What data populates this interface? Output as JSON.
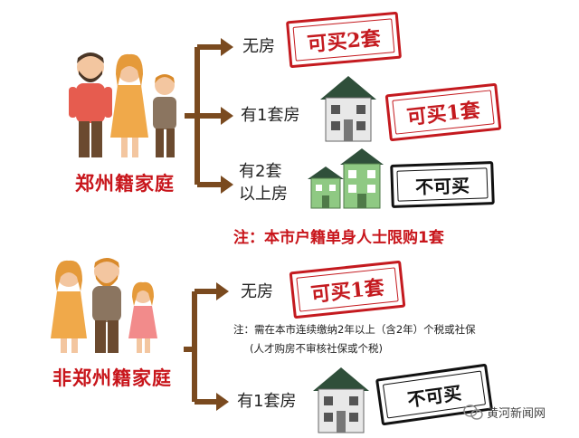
{
  "section_local": {
    "label": "郑州籍家庭",
    "options": [
      {
        "condition": "无房",
        "verdict": "可买2套"
      },
      {
        "condition": "有1套房",
        "verdict": "可买1套"
      },
      {
        "condition_line1": "有2套",
        "condition_line2": "以上房",
        "verdict": "不可买"
      }
    ],
    "note": "注：本市户籍单身人士限购1套"
  },
  "section_nonlocal": {
    "label": "非郑州籍家庭",
    "options": [
      {
        "condition": "无房",
        "verdict": "可买1套"
      },
      {
        "condition": "有1套房",
        "verdict": "不可买"
      }
    ],
    "note_line1": "注：需在本市连续缴纳2年以上（含2年）个税或社保",
    "note_line2": "(人才购房不审核社保或个税)"
  },
  "watermark": "黄河新闻网",
  "colors": {
    "branch": "#7a4a1f",
    "stamp_red": "#c41a1f",
    "label_red": "#c8151b",
    "house_green": "#8fc983",
    "house_roof": "#2f4f3a"
  }
}
